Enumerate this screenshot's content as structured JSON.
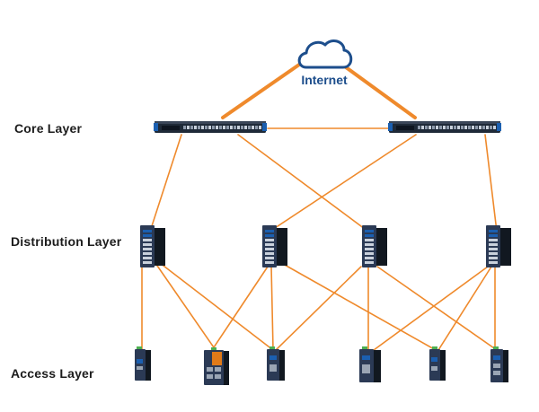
{
  "layers": {
    "core": "Core Layer",
    "distribution": "Distribution Layer",
    "access": "Access Layer"
  },
  "internet": {
    "label": "Internet",
    "icon": "cloud-icon"
  },
  "colors": {
    "link": "#ef8a2c",
    "cloud": "#1d4e8c",
    "device_body": "#1f2a38",
    "device_face": "#2b3a55",
    "accent_blue": "#1b5fb0",
    "accent_orange": "#e07a18",
    "led_green": "#4caf50",
    "text": "#1c1c1c"
  },
  "devices": {
    "core": [
      "core-switch",
      "core-switch"
    ],
    "distribution": [
      "industrial-switch",
      "industrial-switch",
      "industrial-switch",
      "industrial-switch"
    ],
    "access": [
      "compact-switch",
      "orange-top-switch",
      "compact-switch",
      "compact-switch",
      "compact-switch",
      "compact-switch"
    ]
  }
}
